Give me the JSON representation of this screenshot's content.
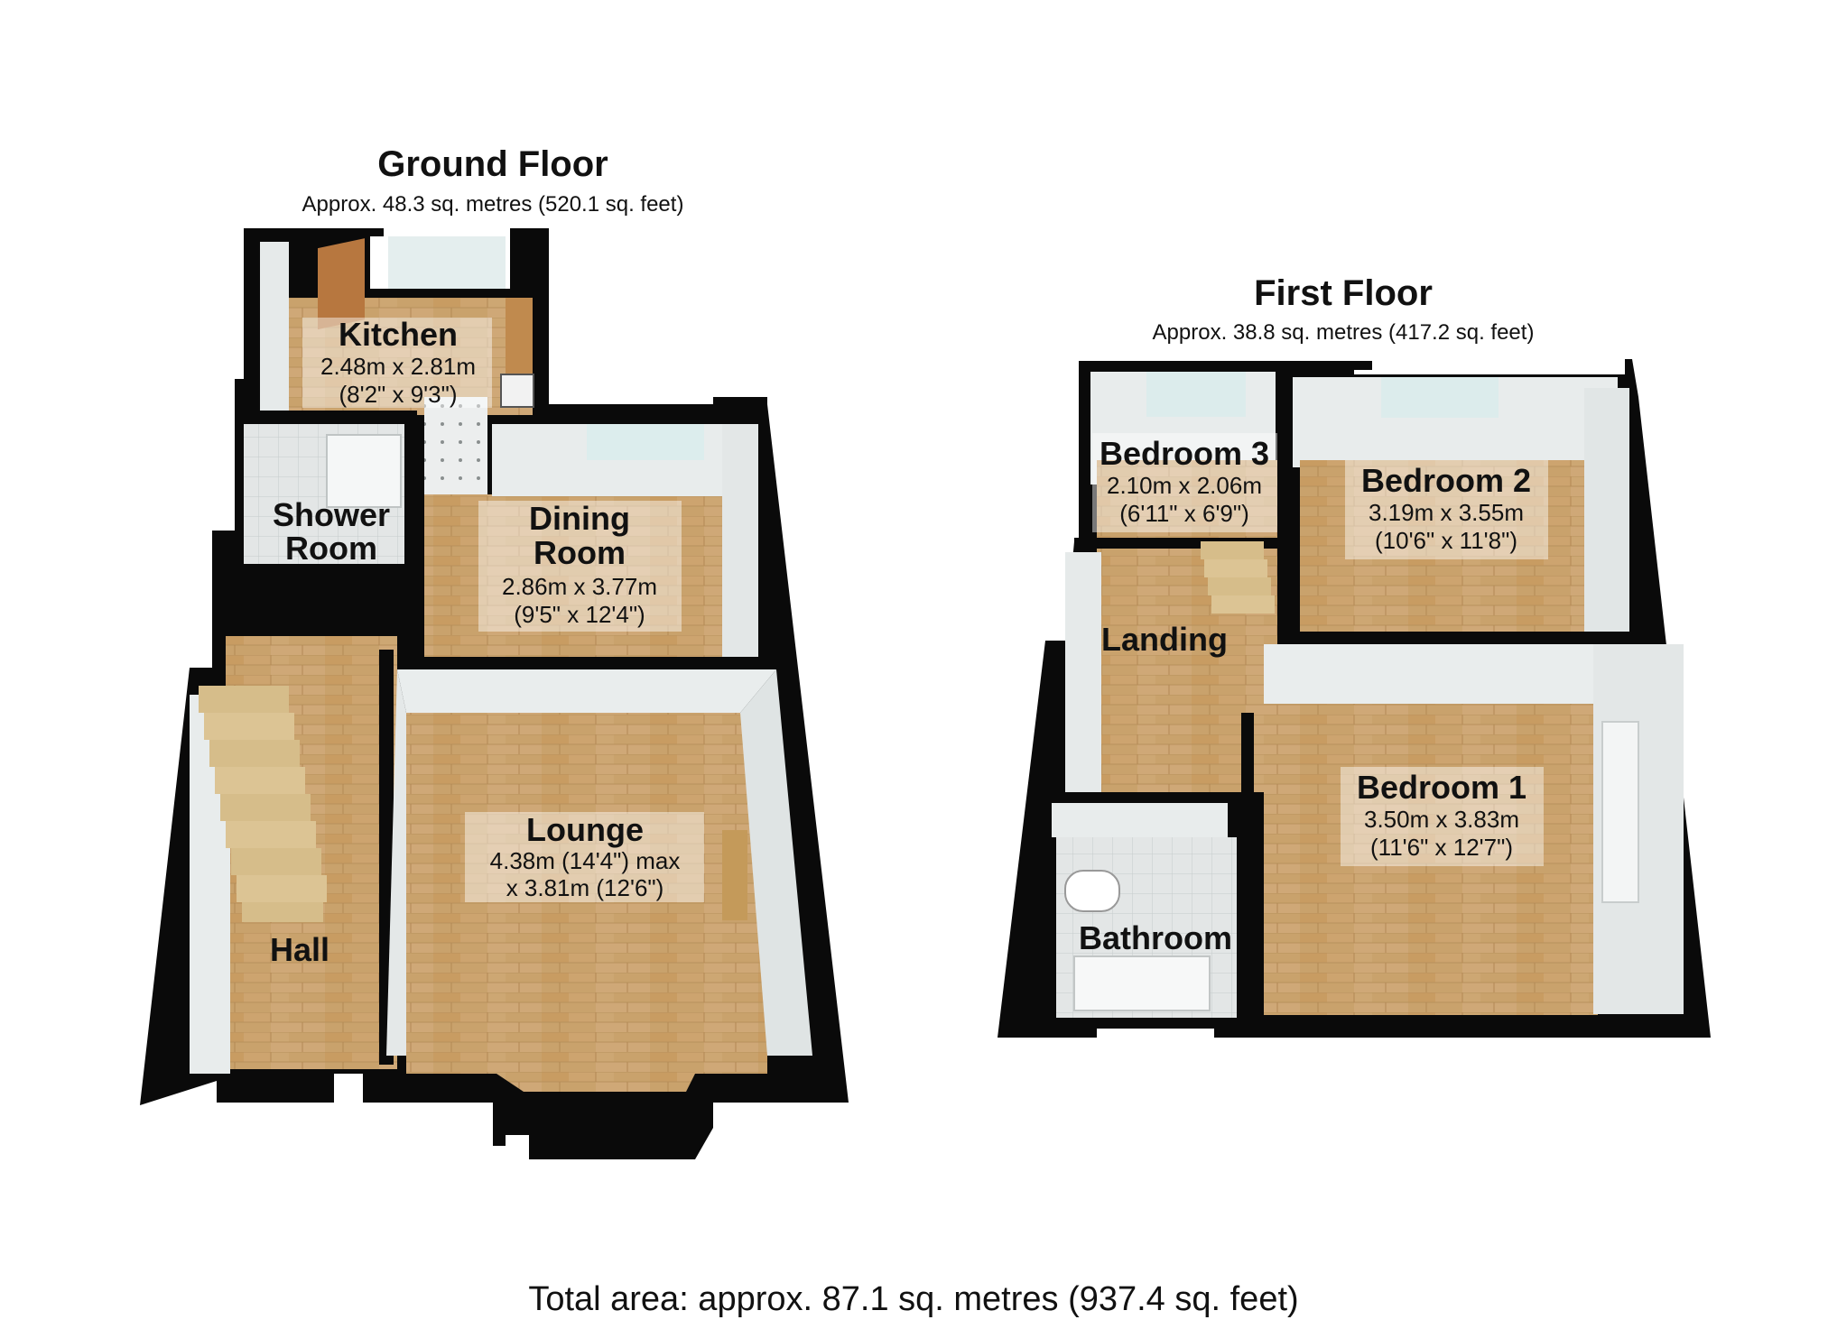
{
  "ground_floor": {
    "title": "Ground Floor",
    "area": "Approx. 48.3 sq. metres (520.1 sq. feet)",
    "rooms": {
      "kitchen": {
        "name": "Kitchen",
        "dim1": "2.48m x 2.81m",
        "dim2": "(8'2\" x 9'3\")"
      },
      "shower_room": {
        "name1": "Shower",
        "name2": "Room"
      },
      "dining_room": {
        "name1": "Dining",
        "name2": "Room",
        "dim1": "2.86m x 3.77m",
        "dim2": "(9'5\" x 12'4\")"
      },
      "lounge": {
        "name": "Lounge",
        "dim1": "4.38m (14'4\") max",
        "dim2": "x 3.81m (12'6\")"
      },
      "hall": {
        "name": "Hall"
      }
    }
  },
  "first_floor": {
    "title": "First Floor",
    "area": "Approx. 38.8 sq. metres (417.2 sq. feet)",
    "rooms": {
      "bedroom_3": {
        "name": "Bedroom 3",
        "dim1": "2.10m x 2.06m",
        "dim2": "(6'11\" x 6'9\")"
      },
      "bedroom_2": {
        "name": "Bedroom 2",
        "dim1": "3.19m x 3.55m",
        "dim2": "(10'6\" x 11'8\")"
      },
      "landing": {
        "name": "Landing"
      },
      "bedroom_1": {
        "name": "Bedroom 1",
        "dim1": "3.50m x 3.83m",
        "dim2": "(11'6\" x 12'7\")"
      },
      "bathroom": {
        "name": "Bathroom"
      }
    }
  },
  "total_area": "Total area: approx. 87.1 sq. metres (937.4 sq. feet)",
  "colors": {
    "wall": "#0a0a0a",
    "wood_floor": "#c9a26c",
    "tile_floor": "#dfe3e3",
    "inner_wall": "#e8ecec",
    "window": "#cfe8e6"
  }
}
